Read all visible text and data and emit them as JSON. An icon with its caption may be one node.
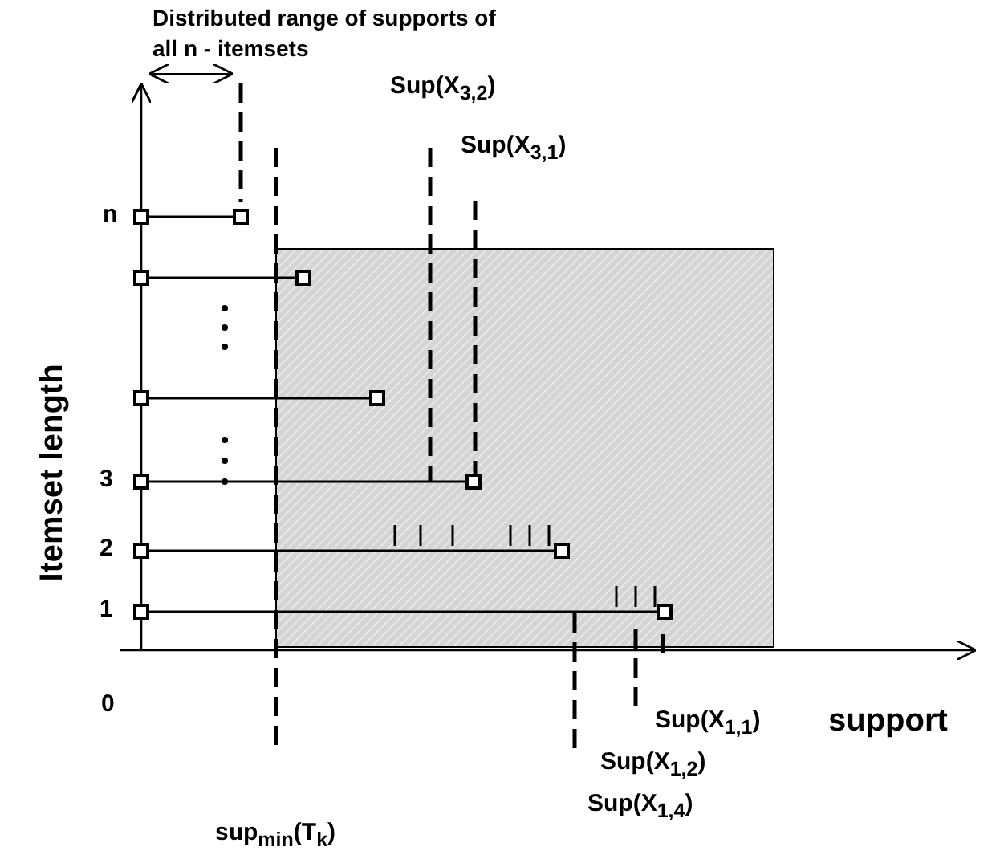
{
  "diagram": {
    "nodes": [
      {
        "text": [],
        "shape": "box"
      },
      {
        "text": [],
        "shape": "box"
      },
      {
        "text": [],
        "shape": "box"
      },
      {
        "text": [],
        "shape": "box"
      },
      {
        "text": [],
        "shape": "box"
      },
      {
        "text": [],
        "shape": "box"
      },
      {
        "text": [],
        "shape": "box"
      },
      {
        "text": [],
        "shape": "box"
      },
      {
        "text": [],
        "shape": "box"
      },
      {
        "text": [],
        "shape": "box"
      },
      {
        "text": [],
        "shape": "box"
      },
      {
        "text": [],
        "shape": "box"
      }
    ],
    "edges": [
      {
        "from": 0,
        "to": 6,
        "arrow": "none"
      },
      {
        "from": 1,
        "to": 7,
        "arrow": "none"
      },
      {
        "from": 2,
        "to": 8,
        "arrow": "none"
      },
      {
        "from": 3,
        "to": 9,
        "arrow": "none"
      },
      {
        "from": 4,
        "to": 10,
        "arrow": "none"
      },
      {
        "from": 5,
        "to": 11,
        "arrow": "none"
      }
    ],
    "labels": [
      "Distributed range of supports of all n - itemsets",
      "Sup(X$_{3,2}$)",
      "Sup(X$_{3,1}$)",
      "n",
      "Itemset length",
      "3",
      "2",
      "1",
      "0",
      "Sup(X$_{1,1}$)",
      "support",
      "Sup(X$_{1,2}$)",
      "Sup(X$_{1,4}$)",
      "sup$_{min}$(T$_{k}$)"
    ]
  }
}
